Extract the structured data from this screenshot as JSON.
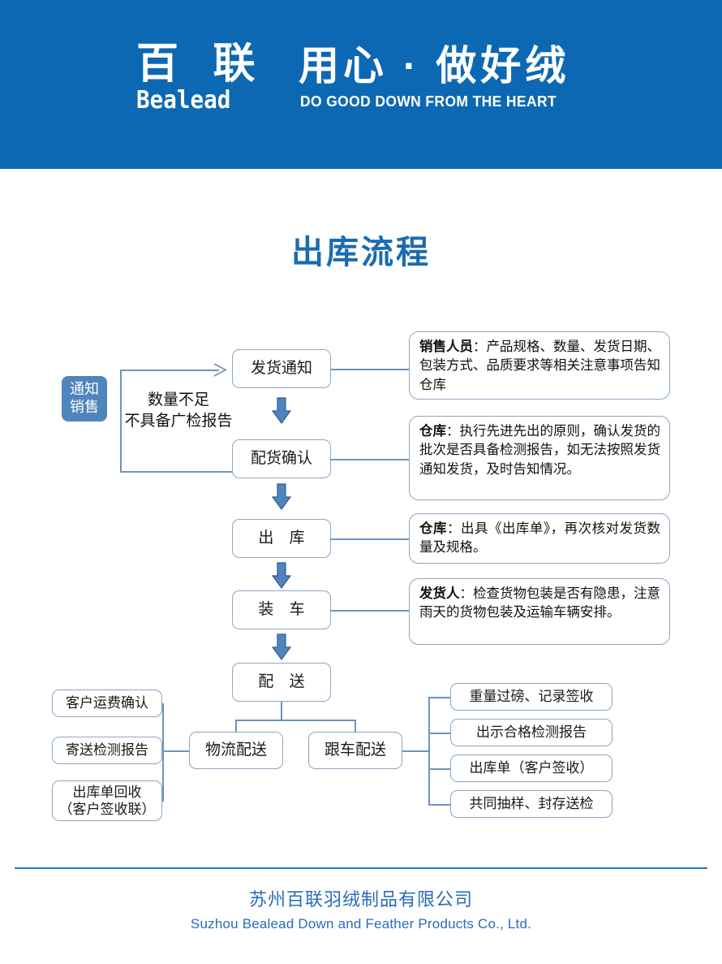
{
  "header": {
    "logo_cn": "百 联",
    "logo_en": "Bealead",
    "slogan_cn": "用心 · 做好绒",
    "slogan_en": "DO GOOD DOWN FROM THE HEART",
    "bg_color": "#0d68b4"
  },
  "title": "出库流程",
  "flow": {
    "feedback_badge": "通知\n销售",
    "feedback_label_line1": "数量不足",
    "feedback_label_line2": "不具备广检报告",
    "steps": [
      {
        "label": "发货通知"
      },
      {
        "label": "配货确认"
      },
      {
        "label": "出 库"
      },
      {
        "label": "装 车"
      },
      {
        "label": "配 送"
      }
    ],
    "notes": [
      {
        "role": "销售人员",
        "sep": "：",
        "text": "产品规格、数量、发货日期、包装方式、品质要求等相关注意事项告知仓库"
      },
      {
        "role": "仓库",
        "sep": "：",
        "text": "执行先进先出的原则，确认发货的批次是否具备检测报告，如无法按照发货通知发货，及时告知情况。"
      },
      {
        "role": "仓库",
        "sep": "：",
        "text": "出具《出库单》，再次核对发货数量及规格。"
      },
      {
        "role": "发货人",
        "sep": "：",
        "text": "检查货物包装是否有隐患，注意雨天的货物包装及运输车辆安排。"
      }
    ],
    "branches": [
      {
        "label": "物流配送"
      },
      {
        "label": "跟车配送"
      }
    ],
    "logistics_items": [
      {
        "label": "客户运费确认"
      },
      {
        "label": "寄送检测报告"
      },
      {
        "label": "出库单回收\n（客户签收联）"
      }
    ],
    "escort_items": [
      {
        "label": "重量过磅、记录签收"
      },
      {
        "label": "出示合格检测报告"
      },
      {
        "label": "出库单（客户签收）"
      },
      {
        "label": "共同抽样、封存送检"
      }
    ]
  },
  "footer": {
    "company_cn": "苏州百联羽绒制品有限公司",
    "company_en": "Suzhou Bealead Down and Feather Products Co., Ltd.",
    "accent_color": "#2a6db5"
  }
}
